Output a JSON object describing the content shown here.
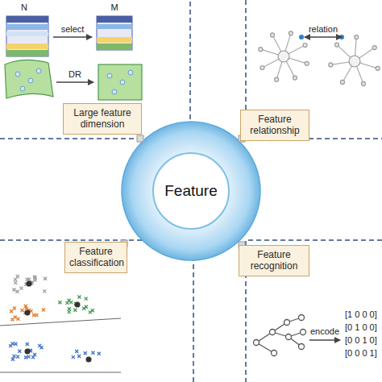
{
  "diagram": {
    "nodes": [
      {
        "text": [
          "Large feature dimension"
        ]
      },
      {
        "text": [
          "Feature relationship"
        ]
      },
      {
        "text": [
          "Feature"
        ]
      },
      {
        "text": [
          "Feature classification"
        ]
      },
      {
        "text": [
          "Feature recognition"
        ]
      }
    ],
    "labels": [
      "N",
      "M",
      "select",
      "DR",
      "relation",
      "encode",
      "[1 0 0 0]",
      "[0 1 0 0]",
      "[0 0 1 0]",
      "[0 0 0 1]"
    ]
  }
}
